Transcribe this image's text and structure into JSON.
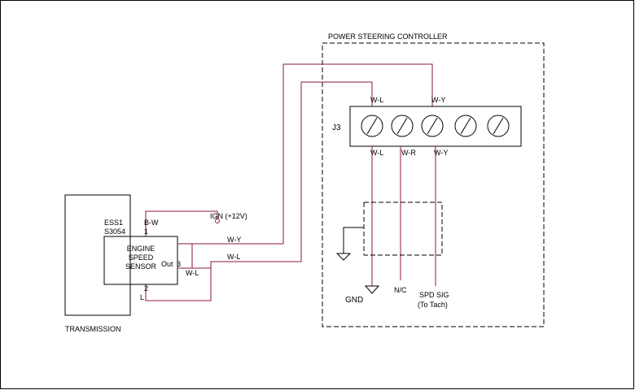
{
  "controller": {
    "title": "POWER STEERING CONTROLLER"
  },
  "connector": {
    "label": "J3"
  },
  "wires": {
    "wl_top": "W-L",
    "wy_top": "W-Y",
    "wl_bottom": "W-L",
    "wr_bottom": "W-R",
    "wy_bottom": "W-Y",
    "bw": "B-W",
    "wy_mid": "W-Y",
    "wl_mid": "W-L",
    "wl_out": "W-L",
    "l": "L"
  },
  "sensor": {
    "ess_line1": "ESS1",
    "ess_line2": "S3054",
    "name_line1": "ENGINE",
    "name_line2": "SPEED",
    "name_line3": "SENSOR",
    "out_label": "Out",
    "pin1": "1",
    "pin2": "2",
    "pin3": "3"
  },
  "ign": {
    "label": "IGN (+12V)"
  },
  "outputs": {
    "gnd": "GND",
    "nc": "N/C",
    "spd_line1": "SPD SIG",
    "spd_line2": "(To Tach)"
  },
  "transmission": {
    "label": "TRANSMISSION"
  },
  "colors": {
    "wire": "#8b1a3b",
    "line": "#000000"
  }
}
